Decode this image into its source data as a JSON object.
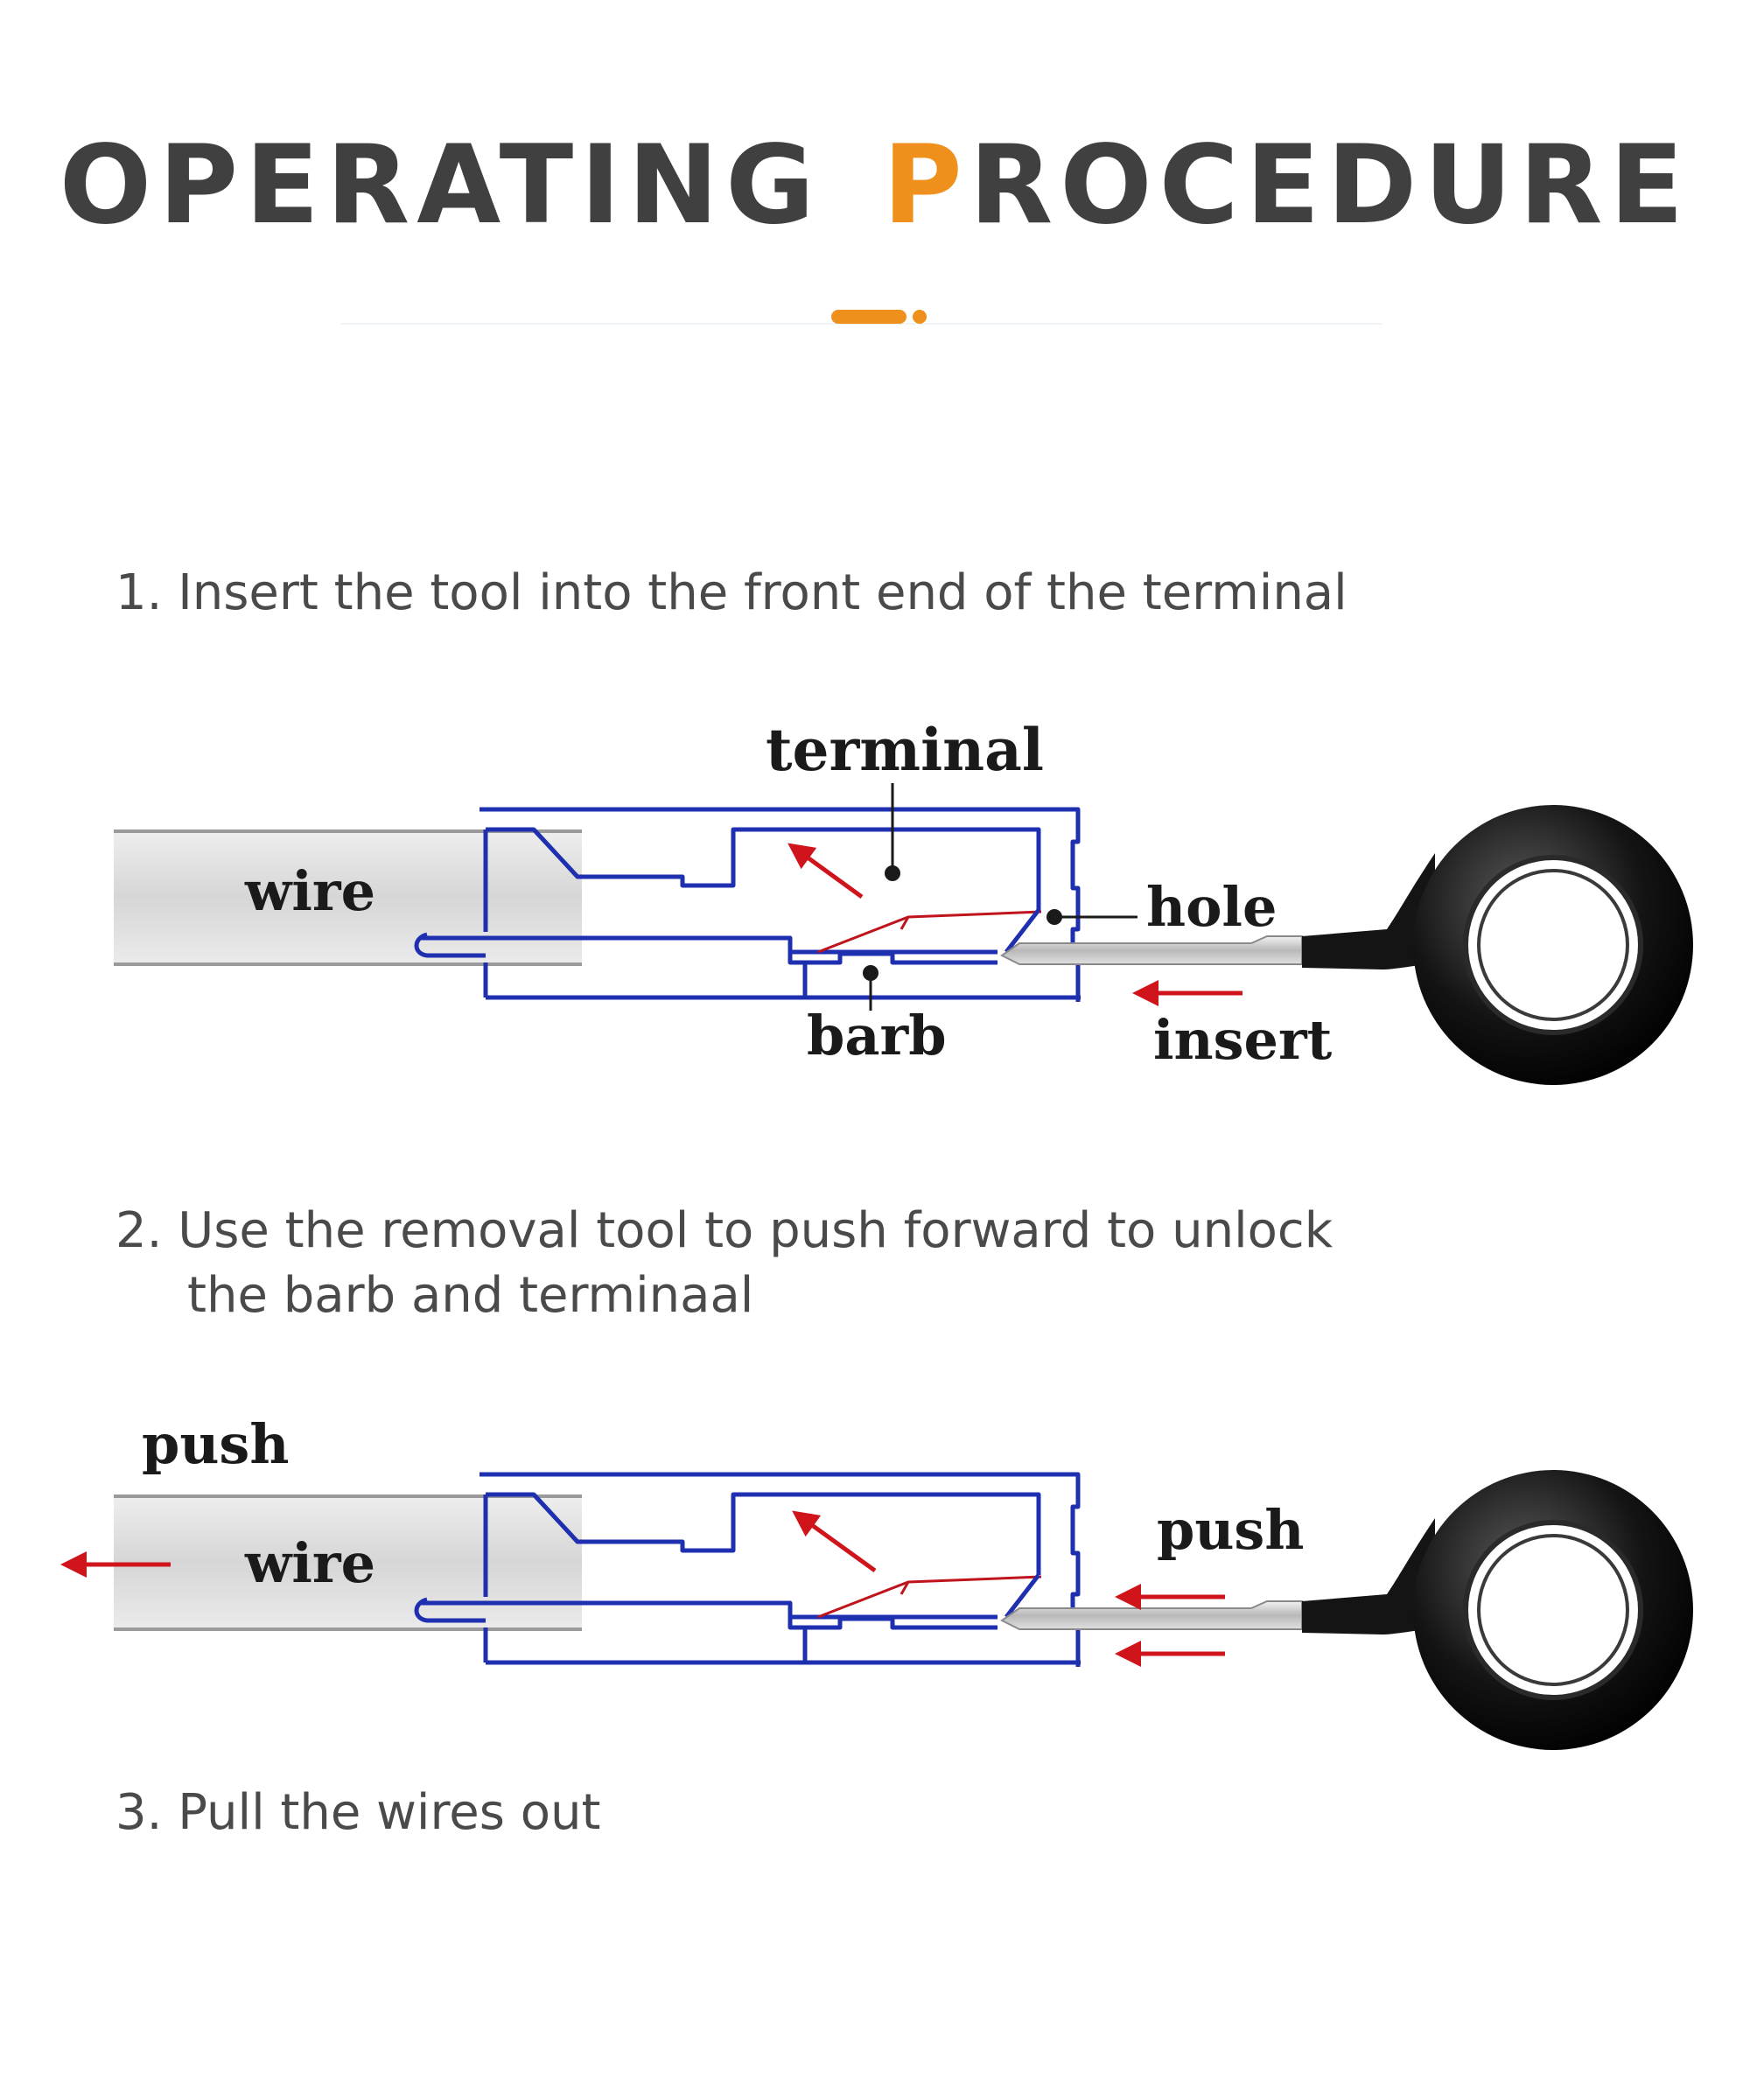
{
  "title": {
    "part1": "OPERATING",
    "accent_letter": "P",
    "part2": "ROCEDURE"
  },
  "colors": {
    "accent": "#f0901c",
    "title": "#404040",
    "terminal": "#1e2fb0",
    "arrow": "#d0141c",
    "spring": "#c0141c"
  },
  "steps": [
    {
      "text": "1.  Insert the tool into the front end of the terminal"
    },
    {
      "line1": "2. Use the removal tool to push forward to unlock",
      "line2": "the barb and terminaal"
    },
    {
      "text": "3. Pull the wires out"
    }
  ],
  "diagram1": {
    "labels": {
      "wire": "wire",
      "terminal": "terminal",
      "hole": "hole",
      "barb": "barb",
      "insert": "insert"
    }
  },
  "diagram2": {
    "labels": {
      "push_wire": "push",
      "wire": "wire",
      "push_tool": "push"
    }
  }
}
